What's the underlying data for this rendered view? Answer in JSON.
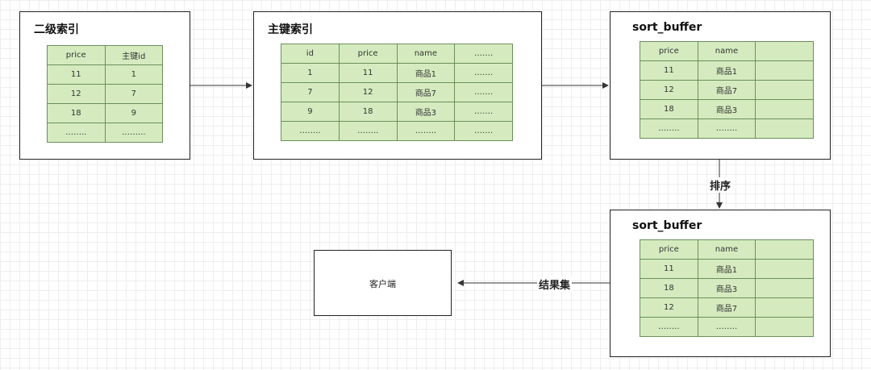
{
  "secondary_index": {
    "title": "二级索引",
    "header": [
      "price",
      "主键id"
    ],
    "rows": [
      [
        "11",
        "1"
      ],
      [
        "12",
        "7"
      ],
      [
        "18",
        "9"
      ],
      [
        "……..",
        "……..."
      ]
    ]
  },
  "primary_index": {
    "title": "主键索引",
    "header": [
      "id",
      "price",
      "name",
      "……."
    ],
    "rows": [
      [
        "1",
        "11",
        "商品1",
        "……."
      ],
      [
        "7",
        "12",
        "商品7",
        "……."
      ],
      [
        "9",
        "18",
        "商品3",
        "……."
      ],
      [
        "……..",
        "……..",
        "……..",
        "……."
      ]
    ]
  },
  "sort_buffer_1": {
    "title": "sort_buffer",
    "header": [
      "price",
      "name",
      ""
    ],
    "rows": [
      [
        "11",
        "商品1",
        ""
      ],
      [
        "12",
        "商品7",
        ""
      ],
      [
        "18",
        "商品3",
        ""
      ],
      [
        "……..",
        "……..",
        ""
      ]
    ]
  },
  "sort_buffer_2": {
    "title": "sort_buffer",
    "header": [
      "price",
      "name",
      ""
    ],
    "rows": [
      [
        "11",
        "商品1",
        ""
      ],
      [
        "18",
        "商品3",
        ""
      ],
      [
        "12",
        "商品7",
        ""
      ],
      [
        "……..",
        "……..",
        ""
      ]
    ]
  },
  "client": {
    "label": "客户端"
  },
  "edges": {
    "sort_label": "排序",
    "result_label": "结果集"
  },
  "colors": {
    "cell_fill": "#d5ebbf",
    "cell_border": "#6a8f5a",
    "stroke": "#222222"
  }
}
